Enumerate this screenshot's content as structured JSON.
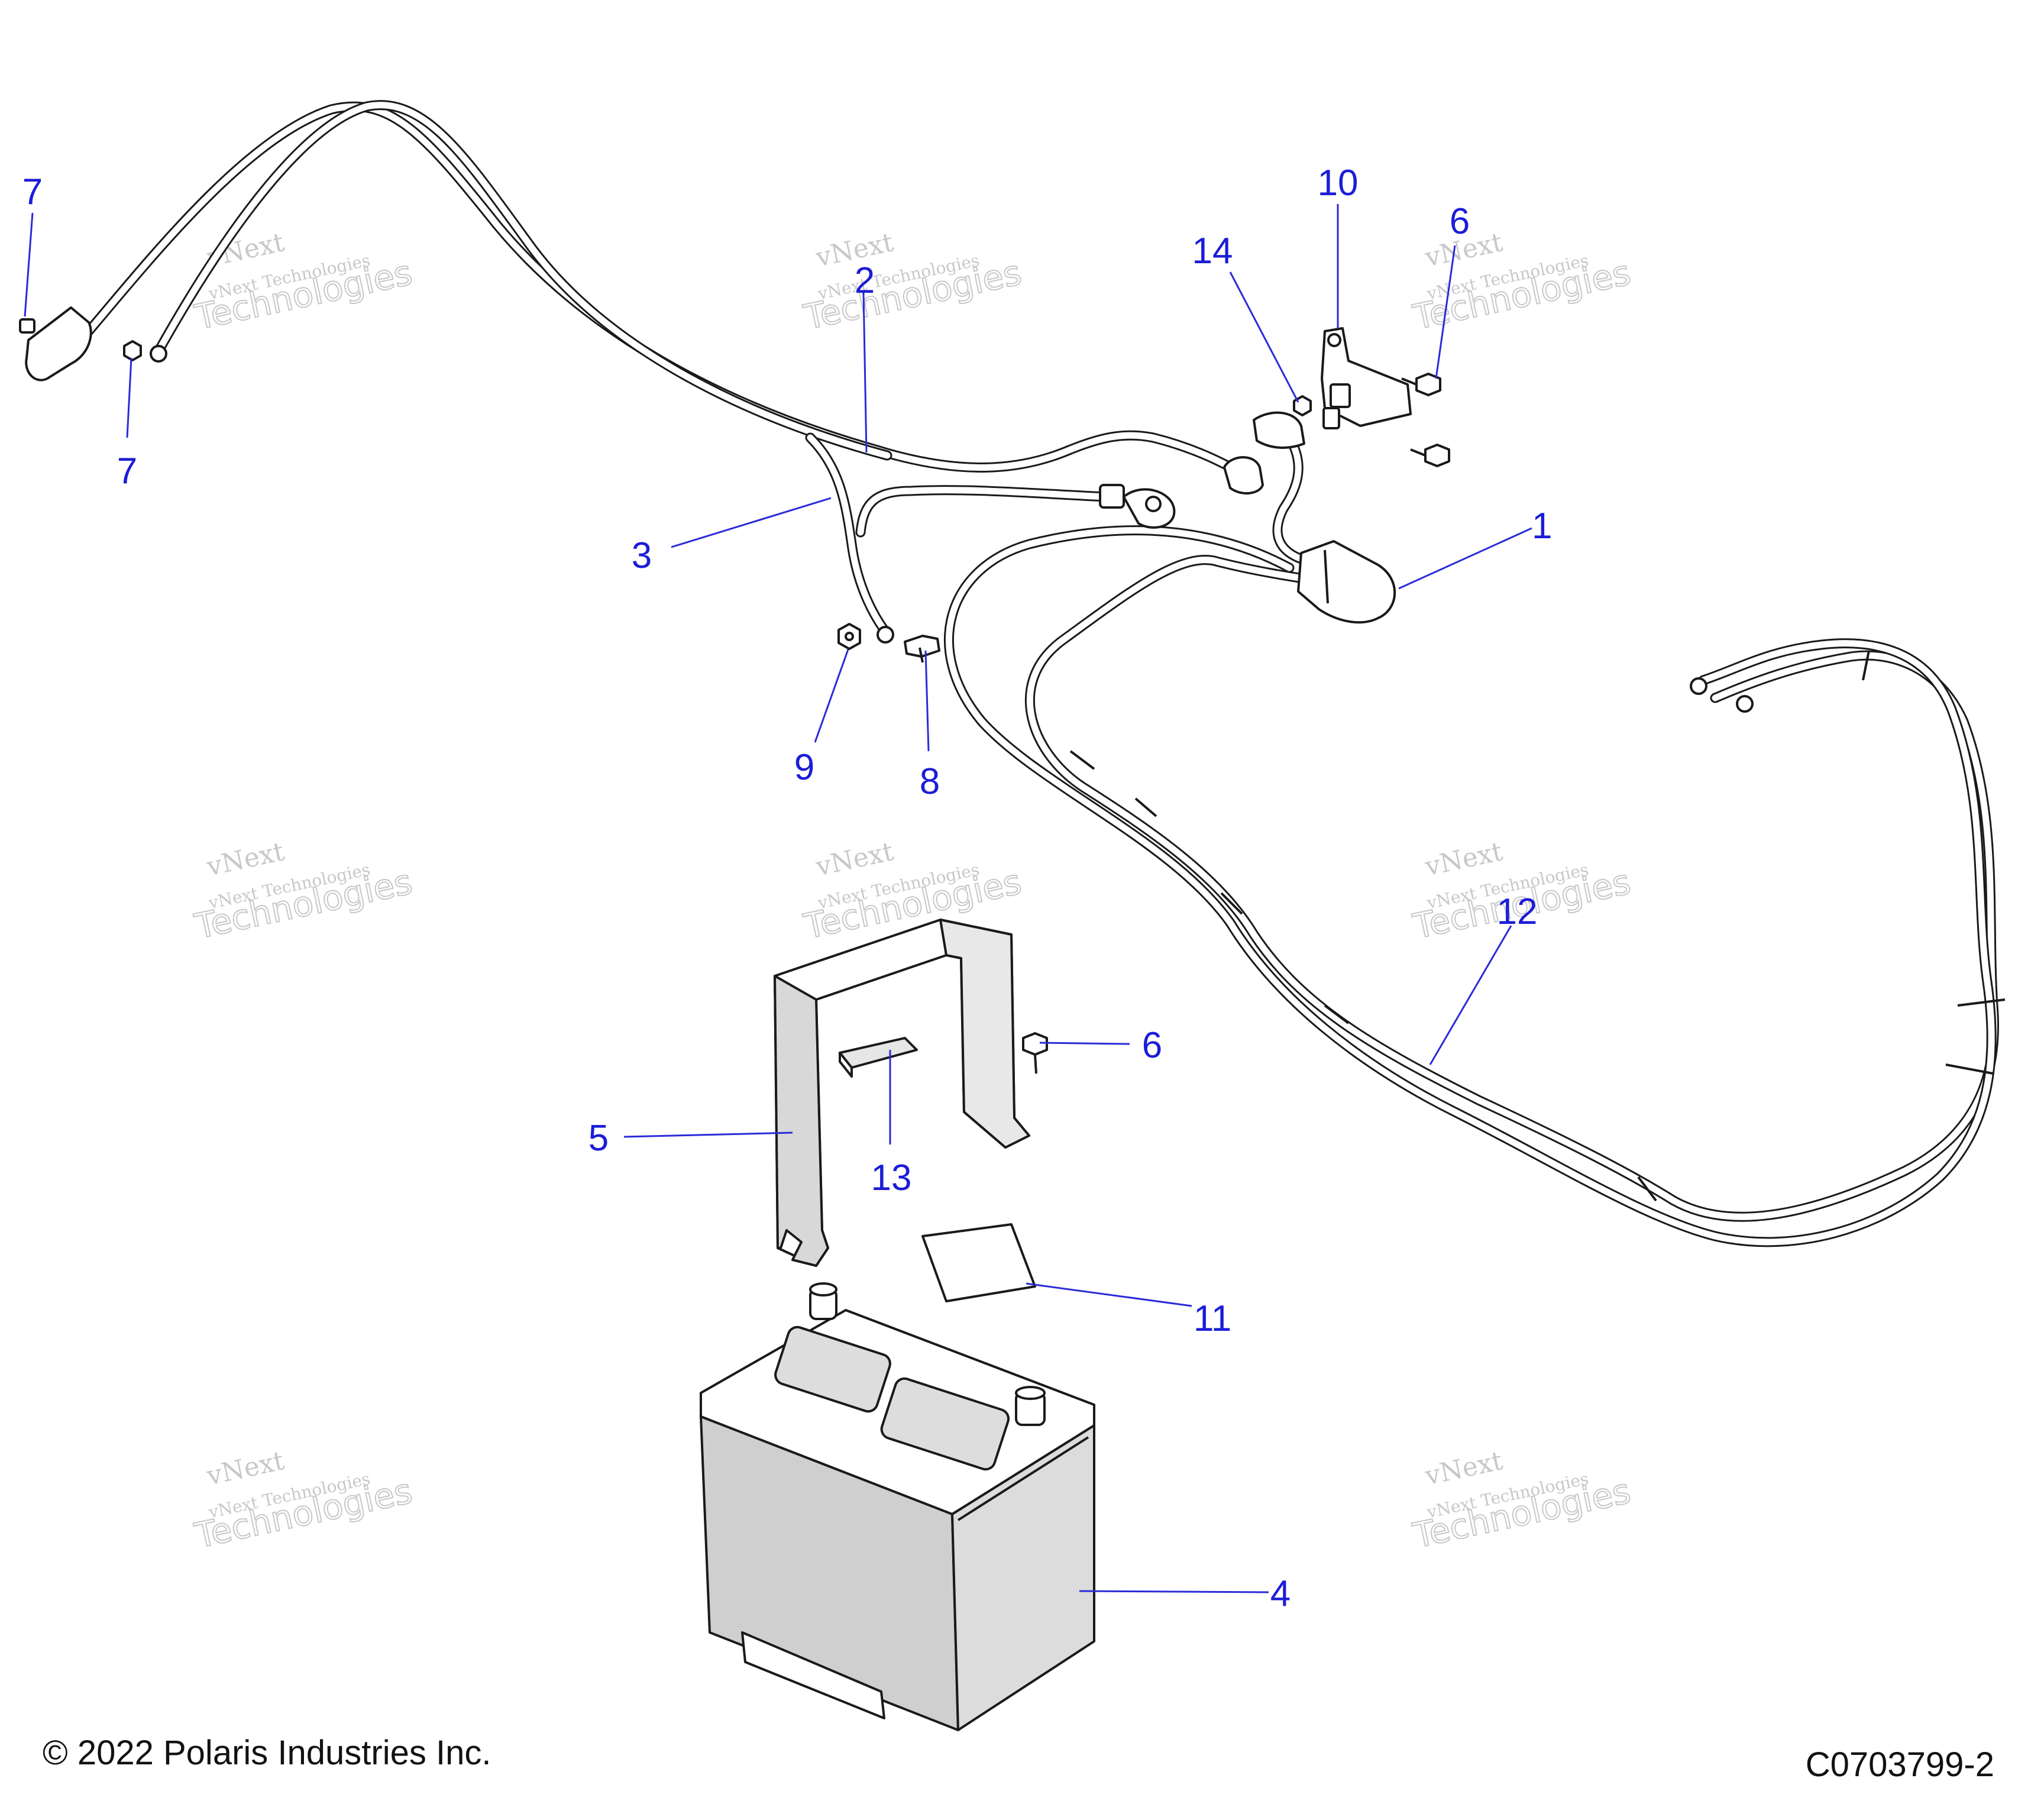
{
  "diagram": {
    "callouts": [
      {
        "id": "c1",
        "label": "1"
      },
      {
        "id": "c2",
        "label": "2"
      },
      {
        "id": "c3",
        "label": "3"
      },
      {
        "id": "c4",
        "label": "4"
      },
      {
        "id": "c5",
        "label": "5"
      },
      {
        "id": "c6a",
        "label": "6"
      },
      {
        "id": "c6b",
        "label": "6"
      },
      {
        "id": "c7a",
        "label": "7"
      },
      {
        "id": "c7b",
        "label": "7"
      },
      {
        "id": "c8",
        "label": "8"
      },
      {
        "id": "c9",
        "label": "9"
      },
      {
        "id": "c10",
        "label": "10"
      },
      {
        "id": "c11",
        "label": "11"
      },
      {
        "id": "c12",
        "label": "12"
      },
      {
        "id": "c13",
        "label": "13"
      },
      {
        "id": "c14",
        "label": "14"
      }
    ],
    "watermark": {
      "line1": "vNext",
      "line2": "vNext Technologies",
      "line3": "Technologies"
    }
  },
  "footer": {
    "copyright": "© 2022 Polaris Industries Inc.",
    "drawing_number": "C0703799-2"
  }
}
